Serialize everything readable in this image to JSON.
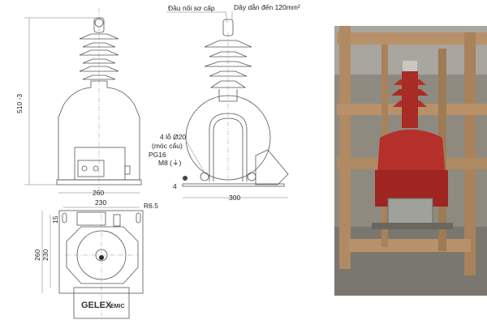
{
  "labels": {
    "primary_terminal": "Đầu nối sơ cấp",
    "conductor": "Dây dẫn đến 120mm²",
    "holes": "4 lỗ Ø20",
    "lifting": "(móc cẩu)",
    "gland": "PG16",
    "ground": "M8 (⏚)",
    "height_dim": "510 -3",
    "front_width": "260",
    "side_width": "300",
    "base_thickness": "4",
    "top_width_outer": "230",
    "top_radius": "R6.5",
    "top_depth_outer": "260",
    "top_depth_inner": "230",
    "slot_offset": "15",
    "brand": "GELEX",
    "brand_sub": "EMIC"
  },
  "colors": {
    "body_red": "#b5302a",
    "wood": "#b8916a"
  }
}
